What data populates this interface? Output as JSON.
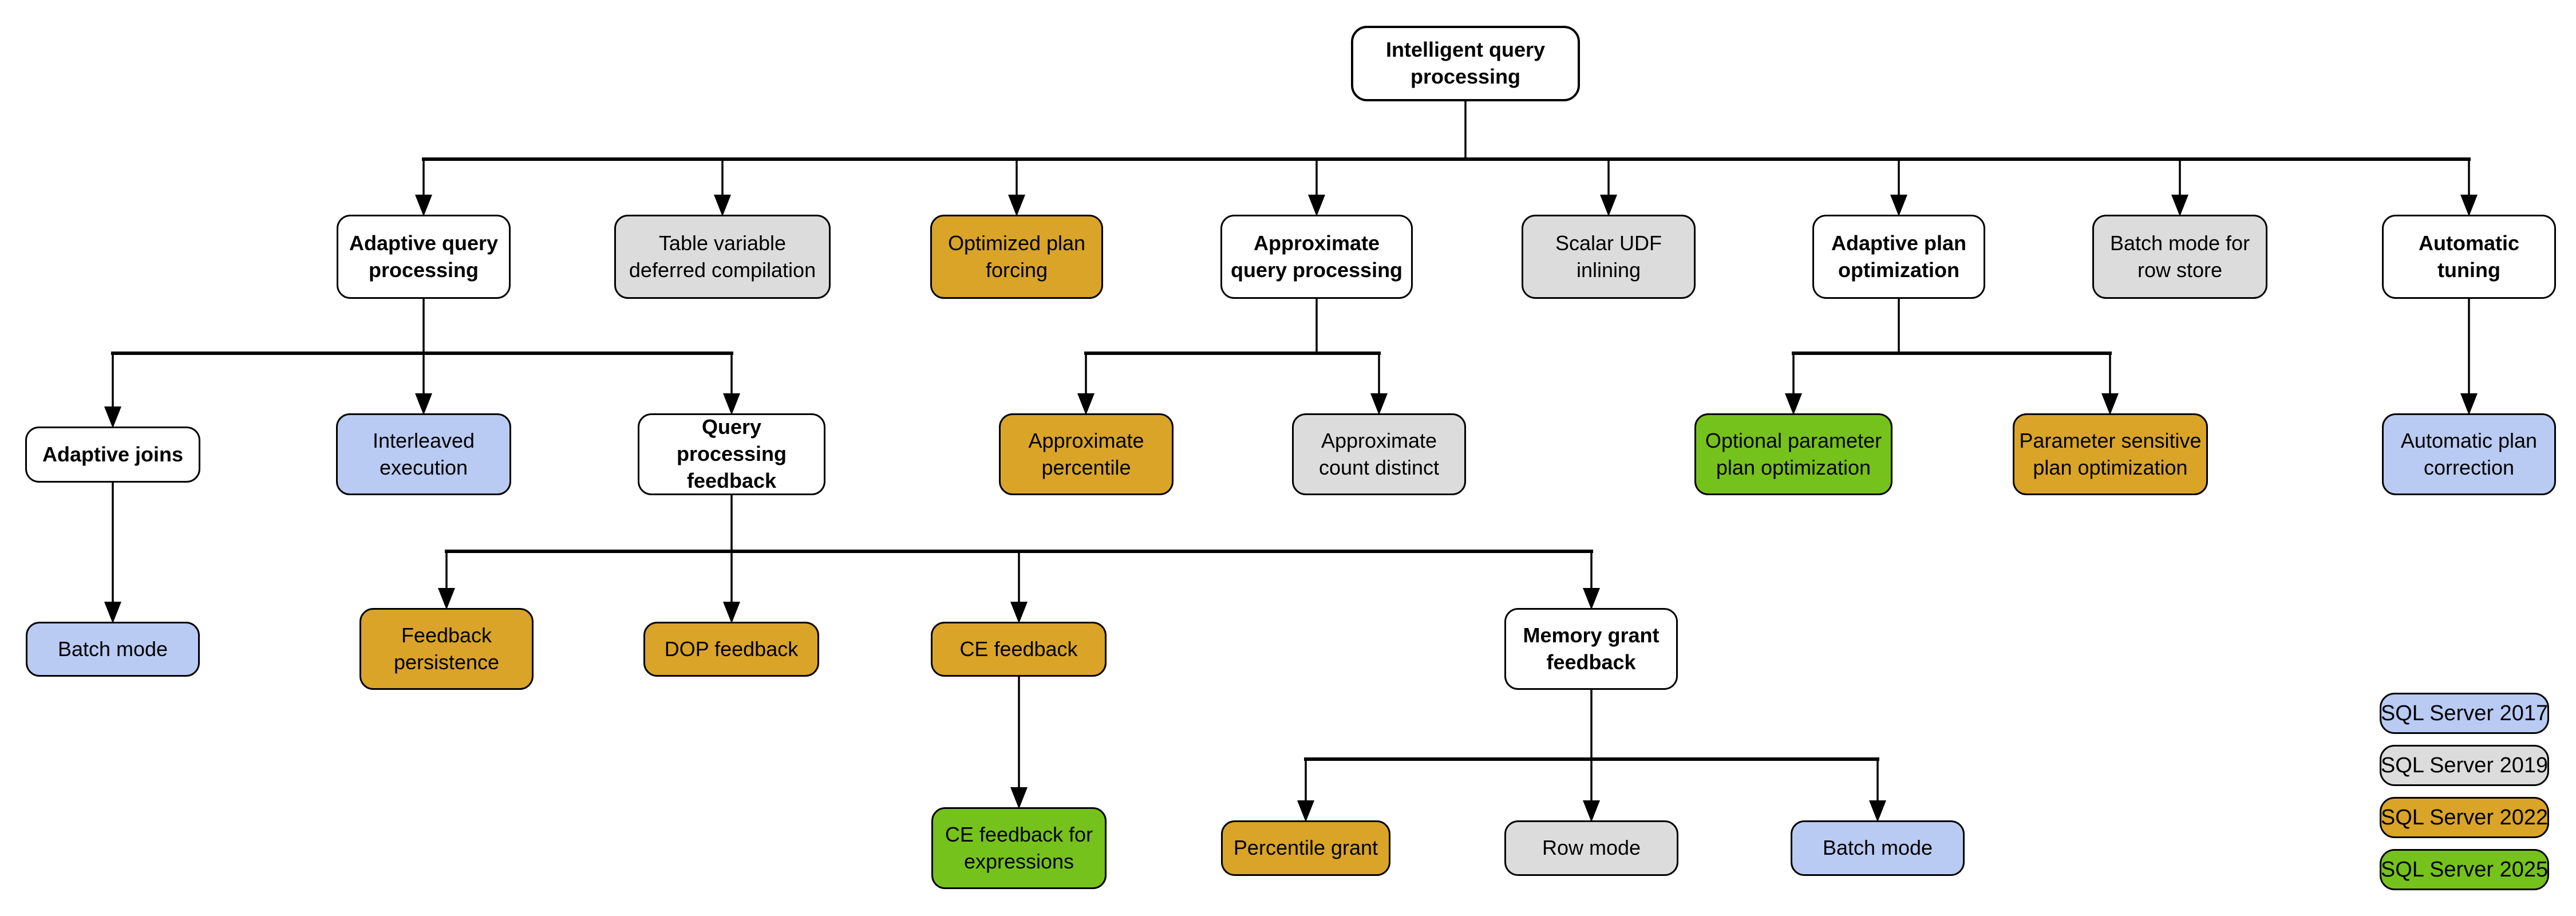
{
  "diagram_title": "Intelligent query processing",
  "colors": {
    "sql2017_blue": "#B9CBF3",
    "sql2019_gray": "#DCDCDC",
    "sql2022_gold": "#D9A427",
    "sql2025_green": "#76C21C",
    "plain_white": "#FFFFFF",
    "connector_black": "#000000"
  },
  "nodes": {
    "root": {
      "label": "Intelligent query processing",
      "version": ""
    },
    "adaptive_query_processing": {
      "label": "Adaptive query processing",
      "version": ""
    },
    "table_variable_deferred_compilation": {
      "label": "Table variable deferred compilation",
      "version": "SQL Server 2019"
    },
    "optimized_plan_forcing": {
      "label": "Optimized plan forcing",
      "version": "SQL Server 2022"
    },
    "approximate_query_processing": {
      "label": "Approximate query processing",
      "version": ""
    },
    "scalar_udf_inlining": {
      "label": "Scalar UDF inlining",
      "version": "SQL Server 2019"
    },
    "adaptive_plan_optimization": {
      "label": "Adaptive plan optimization",
      "version": ""
    },
    "batch_mode_for_row_store": {
      "label": "Batch mode for row store",
      "version": "SQL Server 2019"
    },
    "automatic_tuning": {
      "label": "Automatic tuning",
      "version": ""
    },
    "adaptive_joins": {
      "label": "Adaptive joins",
      "version": ""
    },
    "interleaved_execution": {
      "label": "Interleaved execution",
      "version": "SQL Server 2017"
    },
    "query_processing_feedback": {
      "label": "Query processing feedback",
      "version": ""
    },
    "approximate_percentile": {
      "label": "Approximate percentile",
      "version": "SQL Server 2022"
    },
    "approximate_count_distinct": {
      "label": "Approximate count distinct",
      "version": "SQL Server 2019"
    },
    "optional_parameter_plan_optimization": {
      "label": "Optional parameter plan optimization",
      "version": "SQL Server 2025"
    },
    "parameter_sensitive_plan_optimization": {
      "label": "Parameter sensitive plan optimization",
      "version": "SQL Server 2022"
    },
    "automatic_plan_correction": {
      "label": "Automatic plan correction",
      "version": "SQL Server 2017"
    },
    "batch_mode_adaptive_joins": {
      "label": "Batch mode",
      "version": "SQL Server 2017"
    },
    "feedback_persistence": {
      "label": "Feedback persistence",
      "version": "SQL Server 2022"
    },
    "dop_feedback": {
      "label": "DOP feedback",
      "version": "SQL Server 2022"
    },
    "ce_feedback": {
      "label": "CE feedback",
      "version": "SQL Server 2022"
    },
    "memory_grant_feedback": {
      "label": "Memory grant feedback",
      "version": ""
    },
    "ce_feedback_for_expressions": {
      "label": "CE feedback for expressions",
      "version": "SQL Server 2025"
    },
    "percentile_grant": {
      "label": "Percentile grant",
      "version": "SQL Server 2022"
    },
    "row_mode": {
      "label": "Row mode",
      "version": "SQL Server 2019"
    },
    "batch_mode_memory_grant": {
      "label": "Batch mode",
      "version": "SQL Server 2017"
    }
  },
  "edges": [
    [
      "root",
      "adaptive_query_processing"
    ],
    [
      "root",
      "table_variable_deferred_compilation"
    ],
    [
      "root",
      "optimized_plan_forcing"
    ],
    [
      "root",
      "approximate_query_processing"
    ],
    [
      "root",
      "scalar_udf_inlining"
    ],
    [
      "root",
      "adaptive_plan_optimization"
    ],
    [
      "root",
      "batch_mode_for_row_store"
    ],
    [
      "root",
      "automatic_tuning"
    ],
    [
      "adaptive_query_processing",
      "adaptive_joins"
    ],
    [
      "adaptive_query_processing",
      "interleaved_execution"
    ],
    [
      "adaptive_query_processing",
      "query_processing_feedback"
    ],
    [
      "approximate_query_processing",
      "approximate_percentile"
    ],
    [
      "approximate_query_processing",
      "approximate_count_distinct"
    ],
    [
      "adaptive_plan_optimization",
      "optional_parameter_plan_optimization"
    ],
    [
      "adaptive_plan_optimization",
      "parameter_sensitive_plan_optimization"
    ],
    [
      "automatic_tuning",
      "automatic_plan_correction"
    ],
    [
      "adaptive_joins",
      "batch_mode_adaptive_joins"
    ],
    [
      "query_processing_feedback",
      "feedback_persistence"
    ],
    [
      "query_processing_feedback",
      "dop_feedback"
    ],
    [
      "query_processing_feedback",
      "ce_feedback"
    ],
    [
      "query_processing_feedback",
      "memory_grant_feedback"
    ],
    [
      "ce_feedback",
      "ce_feedback_for_expressions"
    ],
    [
      "memory_grant_feedback",
      "percentile_grant"
    ],
    [
      "memory_grant_feedback",
      "row_mode"
    ],
    [
      "memory_grant_feedback",
      "batch_mode_memory_grant"
    ]
  ],
  "legend": {
    "sql2017": {
      "label": "SQL Server 2017"
    },
    "sql2019": {
      "label": "SQL Server 2019"
    },
    "sql2022": {
      "label": "SQL Server 2022"
    },
    "sql2025": {
      "label": "SQL Server 2025"
    }
  }
}
